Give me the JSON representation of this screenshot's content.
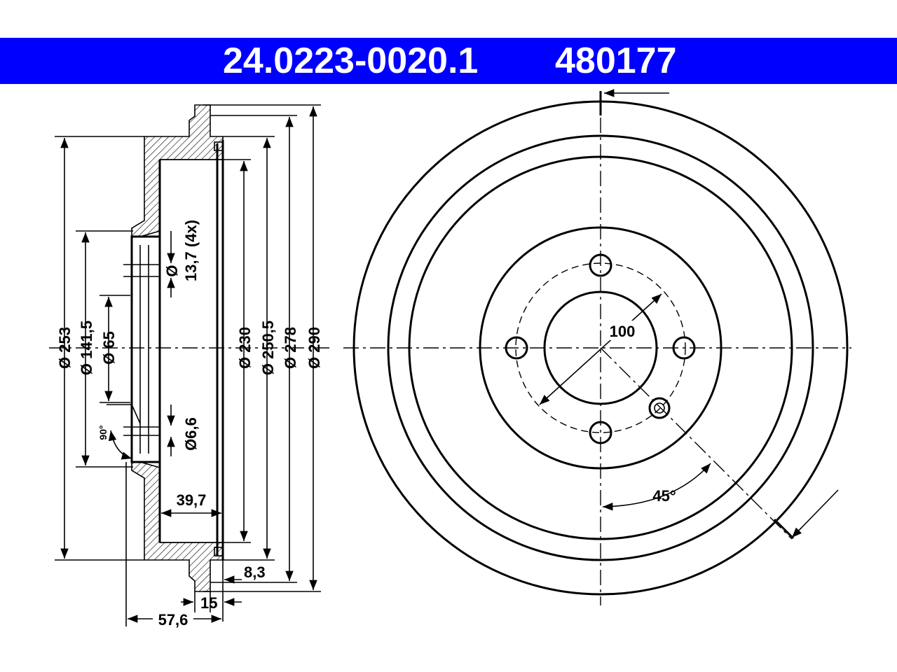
{
  "header": {
    "part_number": "24.0223-0020.1",
    "ref_number": "480177",
    "bg_color": "#0000ff",
    "text_color": "#ffffff"
  },
  "side_view": {
    "diameters": {
      "d253": "Ø 253",
      "d141_5": "Ø 141,5",
      "d65": "Ø 65",
      "d230": "Ø 230",
      "d250_5": "Ø 250,5",
      "d278": "Ø 278",
      "d290": "Ø 290"
    },
    "hole_big_symbol": "Ø",
    "hole_big_value": "13,7 (4x)",
    "hole_small": "Ø6,6",
    "angle": "90°",
    "widths": {
      "w39_7": "39,7",
      "w8_3": "8,3",
      "w15": "15",
      "w57_6": "57,6"
    }
  },
  "front_view": {
    "pcd": "100",
    "angle": "45°"
  }
}
